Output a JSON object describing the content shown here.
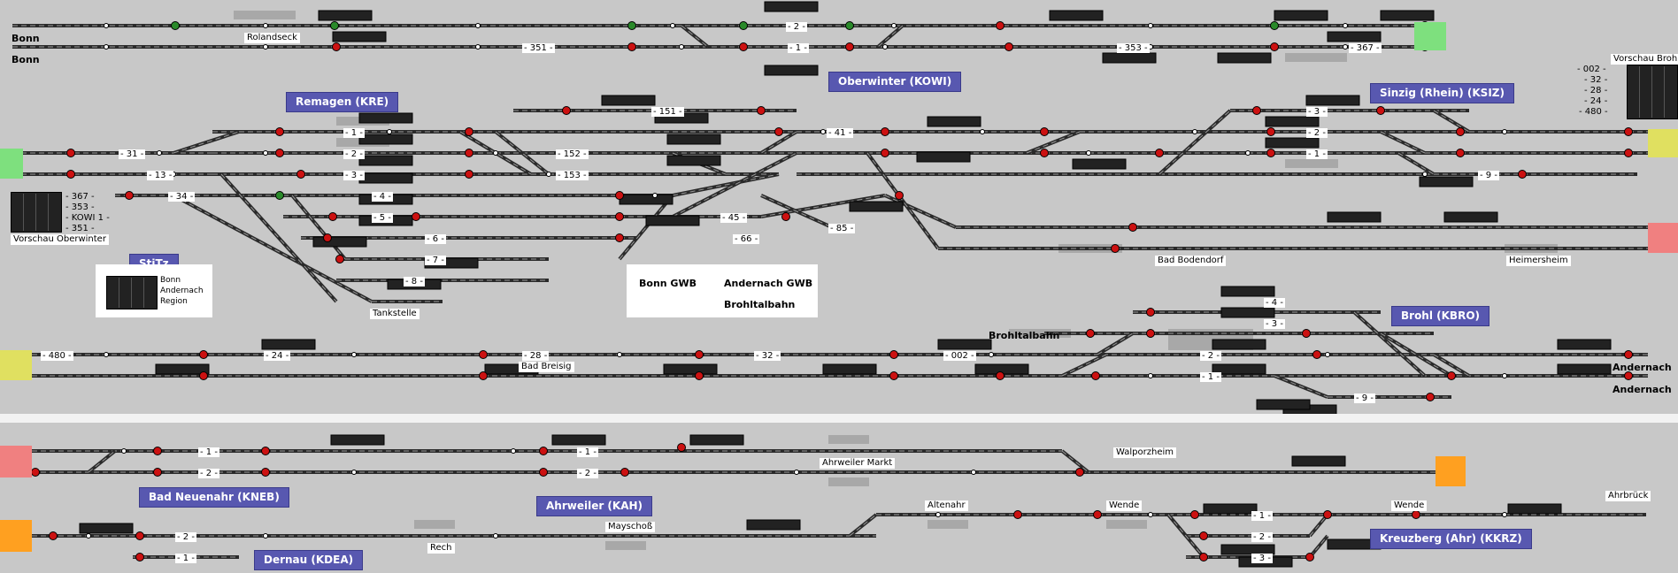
{
  "colors": {
    "background": "#c8c8c8",
    "track": "#2a2a2a",
    "station_box": "#5858b0",
    "signal_red": "#cc1111",
    "signal_green": "#2a8a2a",
    "end_green": "#7ee07e",
    "end_red": "#f08080",
    "end_yellow": "#e0e060",
    "end_orange": "#ffa020"
  },
  "stations": {
    "oberwinter": "Oberwinter (KOWI)",
    "remagen": "Remagen (KRE)",
    "sinzig": "Sinzig (Rhein) (KSIZ)",
    "stitz": "StiTz",
    "brohl": "Brohl (KBRO)",
    "bad_neuenahr": "Bad Neuenahr (KNEB)",
    "ahrweiler": "Ahrweiler (KAH)",
    "dernau": "Dernau (KDEA)",
    "kreuzberg": "Kreuzberg (Ahr) (KKRZ)"
  },
  "places": {
    "bonn_1": "Bonn",
    "bonn_2": "Bonn",
    "rolandseck": "Rolandseck",
    "tankstelle": "Tankstelle",
    "bad_bodendorf": "Bad Bodendorf",
    "heimersheim": "Heimersheim",
    "bad_breisig": "Bad Breisig",
    "brohltalbahn": "Brohltalbahn",
    "andernach_1": "Andernach",
    "andernach_2": "Andernach",
    "walporzheim": "Walporzheim",
    "ahrweiler_markt": "Ahrweiler Markt",
    "altenahr": "Altenahr",
    "wende_1": "Wende",
    "wende_2": "Wende",
    "ahrbrueck": "Ahrbrück",
    "mayschoss": "Mayschoß",
    "rech": "Rech"
  },
  "vorschau_oberwinter": {
    "title": "Vorschau Oberwinter",
    "rows": [
      "- 367 -",
      "- 353 -",
      "- KOWI 1 -",
      "- 351 -"
    ]
  },
  "vorschau_brohl": {
    "title": "Vorschau Brohl",
    "rows": [
      "- 002 -",
      "- 32 -",
      "- 28 -",
      "- 24 -",
      "- 480 -"
    ]
  },
  "stitz_panel": {
    "rows": [
      "Bonn",
      "Andernach",
      "Region"
    ]
  },
  "gwb_panel": {
    "bonn": "Bonn GWB",
    "andernach": "Andernach GWB",
    "brohltal": "Brohltalbahn"
  },
  "track_numbers": {
    "t1_2": "- 2 -",
    "t1_351": "- 351 -",
    "t1_1": "- 1 -",
    "t1_353": "- 353 -",
    "t1_367": "- 367 -",
    "kre_1": "- 1 -",
    "kre_2": "- 2 -",
    "kre_3": "- 3 -",
    "kre_4": "- 4 -",
    "kre_5": "- 5 -",
    "kre_6": "- 6 -",
    "kre_7": "- 7 -",
    "kre_8": "- 8 -",
    "kre_31": "- 31 -",
    "kre_13": "- 13 -",
    "kre_34": "- 34 -",
    "r_151": "- 151 -",
    "r_152": "- 152 -",
    "r_153": "- 153 -",
    "r_41": "- 41 -",
    "r_45": "- 45 -",
    "r_66": "- 66 -",
    "r_85": "- 85 -",
    "ksiz_3": "- 3 -",
    "ksiz_2": "- 2 -",
    "ksiz_1": "- 1 -",
    "ksiz_9": "- 9 -",
    "b_480": "- 480 -",
    "b_24": "- 24 -",
    "b_28": "- 28 -",
    "b_32": "- 32 -",
    "b_002": "- 002 -",
    "kbro_4": "- 4 -",
    "kbro_3": "- 3 -",
    "kbro_2": "- 2 -",
    "kbro_1": "- 1 -",
    "kbro_9": "- 9 -",
    "kneb_1": "- 1 -",
    "kneb_2": "- 2 -",
    "kah_1": "- 1 -",
    "kah_2": "- 2 -",
    "kdea_2": "- 2 -",
    "kdea_1": "- 1 -",
    "kkrz_1": "- 1 -",
    "kkrz_2": "- 2 -",
    "kkrz_3": "- 3 -"
  }
}
